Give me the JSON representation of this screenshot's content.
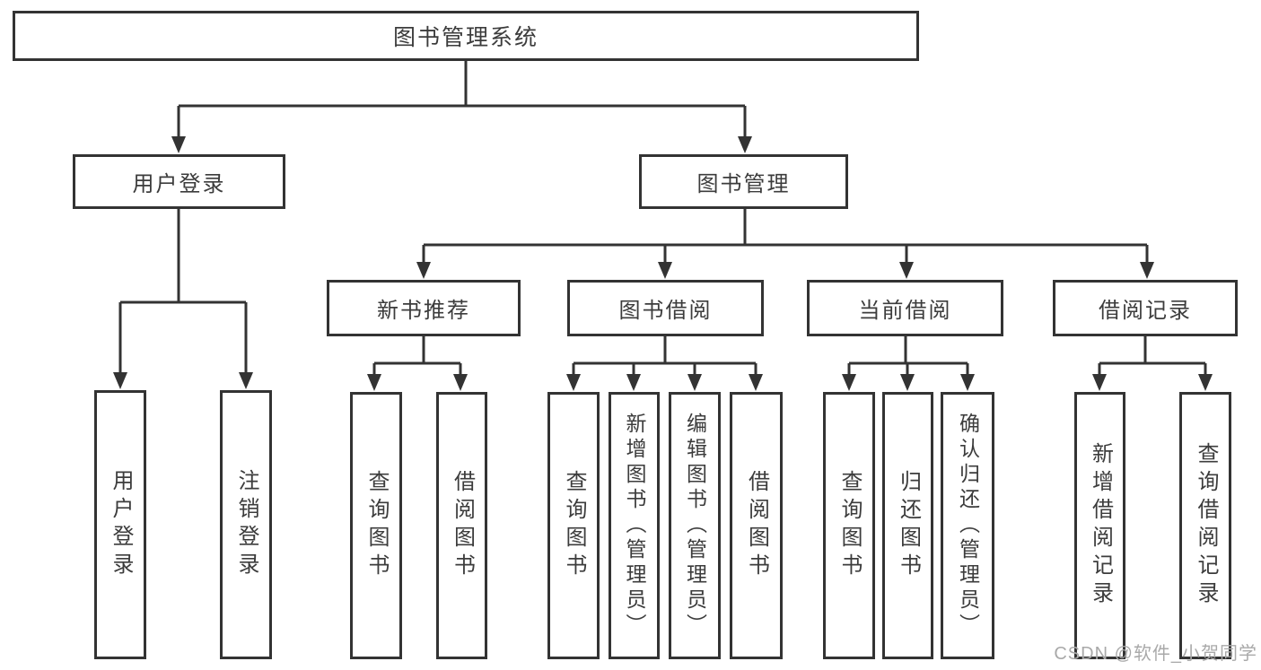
{
  "root": {
    "label": "图书管理系统"
  },
  "user_login": {
    "label": "用户登录",
    "children": [
      {
        "label": "用户登录"
      },
      {
        "label": "注销登录"
      }
    ]
  },
  "book_mgmt": {
    "label": "图书管理",
    "groups": [
      {
        "label": "新书推荐",
        "children": [
          {
            "label": "查询图书"
          },
          {
            "label": "借阅图书"
          }
        ]
      },
      {
        "label": "图书借阅",
        "children": [
          {
            "label": "查询图书"
          },
          {
            "label": "新增图书（管理员）"
          },
          {
            "label": "编辑图书（管理员）"
          },
          {
            "label": "借阅图书"
          }
        ]
      },
      {
        "label": "当前借阅",
        "children": [
          {
            "label": "查询图书"
          },
          {
            "label": "归还图书"
          },
          {
            "label": "确认归还（管理员）"
          }
        ]
      },
      {
        "label": "借阅记录",
        "children": [
          {
            "label": "新增借阅记录"
          },
          {
            "label": "查询借阅记录"
          }
        ]
      }
    ]
  },
  "watermark": {
    "text": "CSDN @软件_小贺同学"
  },
  "colors": {
    "line": "#333333",
    "text": "#3c3c3c",
    "watermark": "#a9a9a9",
    "background": "#ffffff"
  }
}
